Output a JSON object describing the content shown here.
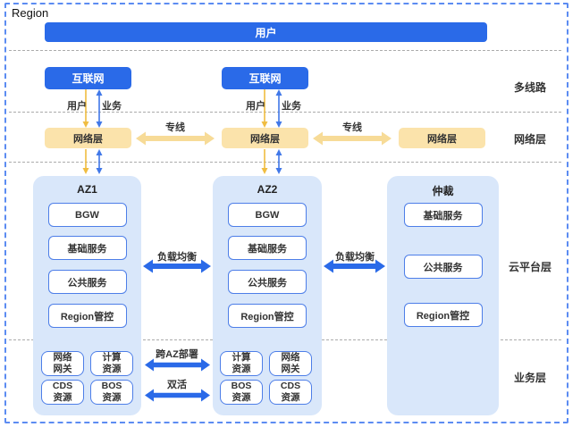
{
  "region_label": "Region",
  "banner": {
    "label": "用户"
  },
  "multiline_layer": {
    "internet_box": "互联网",
    "right_label": "多线路",
    "flow_user_label": "用户",
    "flow_business_label": "业务"
  },
  "network_layer": {
    "box_label": "网络层",
    "dedicated_line_label": "专线",
    "right_label": "网络层"
  },
  "cloud_layer": {
    "right_label": "云平台层",
    "load_balance_label": "负载均衡",
    "columns": [
      {
        "title": "AZ1",
        "services": [
          "BGW",
          "基础服务",
          "公共服务",
          "Region管控"
        ]
      },
      {
        "title": "AZ2",
        "services": [
          "BGW",
          "基础服务",
          "公共服务",
          "Region管控"
        ]
      },
      {
        "title": "仲裁",
        "services": [
          "基础服务",
          "公共服务",
          "Region管控"
        ]
      }
    ]
  },
  "business_layer": {
    "right_label": "业务层",
    "cross_az_label": "跨AZ部署",
    "active_active_label": "双活",
    "left_boxes": [
      "网络\n网关",
      "计算\n资源",
      "CDS\n资源",
      "BOS\n资源"
    ],
    "right_boxes": [
      "计算\n资源",
      "网络\n网关",
      "BOS\n资源",
      "CDS\n资源"
    ]
  },
  "colors": {
    "primary_blue": "#2a6ae8",
    "thin_blue_arrow": "#4178e8",
    "gold_arrow": "#f0bd41",
    "yellow_box": "#fbe3ab",
    "thick_yellow_arrow": "#f7db97",
    "container_blue": "#d9e7fa",
    "service_border": "#4d7ee8",
    "separator_gray": "#ababab",
    "outer_border_blue": "#5c8cf2"
  }
}
